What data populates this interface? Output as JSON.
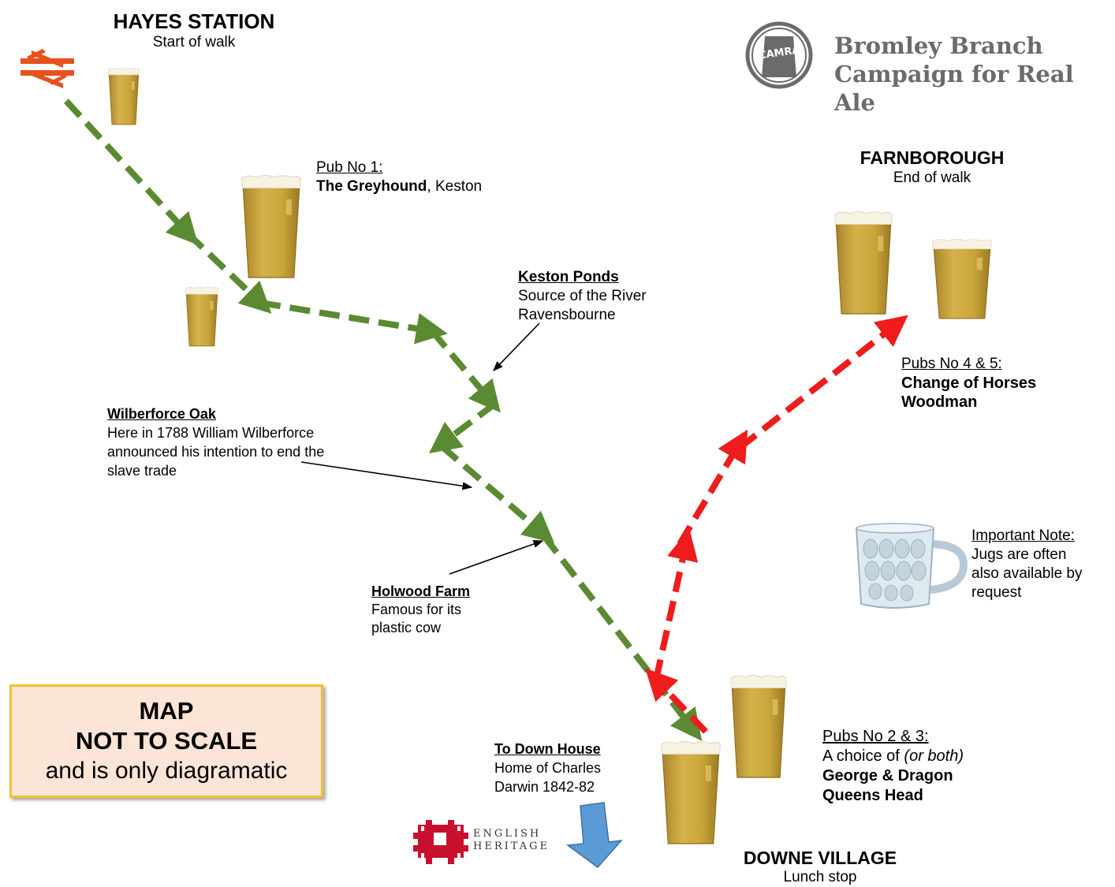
{
  "stations": {
    "start": {
      "name": "HAYES STATION",
      "sub": "Start of walk"
    },
    "end": {
      "name": "FARNBOROUGH",
      "sub": "End of walk"
    },
    "lunch": {
      "name": "DOWNE VILLAGE",
      "sub": "Lunch stop"
    }
  },
  "branch": {
    "line1": "Bromley Branch",
    "line2": "Campaign for Real Ale",
    "logo_text": "CAMRA"
  },
  "pub1": {
    "label": "Pub No 1:",
    "name": "The Greyhound",
    "place": ", Keston"
  },
  "keston_ponds": {
    "title": "Keston Ponds",
    "line1": "Source of the River",
    "line2": "Ravensbourne"
  },
  "wilberforce": {
    "title": "Wilberforce Oak",
    "line1": "Here in 1788 William Wilberforce",
    "line2": "announced his intention to end the",
    "line3": "slave trade"
  },
  "holwood": {
    "title": "Holwood Farm",
    "line1": "Famous for its",
    "line2": "plastic cow"
  },
  "down_house": {
    "title": "To Down House",
    "line1": "Home of Charles",
    "line2": "Darwin 1842-82"
  },
  "english_heritage": {
    "line1": "ENGLISH",
    "line2": "HERITAGE"
  },
  "pubs23": {
    "label": "Pubs No 2 & 3:",
    "choice": "A choice of ",
    "choice_italic": "(or both)",
    "pub_a": "George & Dragon",
    "pub_b": "Queens Head"
  },
  "pubs45": {
    "label": "Pubs No 4 & 5:",
    "pub_a": "Change of Horses",
    "pub_b": "Woodman"
  },
  "important": {
    "label": "Important Note:",
    "line1": "Jugs are often",
    "line2": "also available by",
    "line3": "request"
  },
  "scale_note": {
    "line1": "MAP",
    "line2": "NOT TO SCALE",
    "line3": "and is only diagramatic"
  },
  "colors": {
    "green_route": "#5a8a32",
    "red_route": "#ee1c1c",
    "beer": "#c9a53a",
    "rail": "#e8501c",
    "down_arrow": "#5b9bd5",
    "heritage": "#c8102e",
    "camra_grey": "#6b6b6b"
  }
}
